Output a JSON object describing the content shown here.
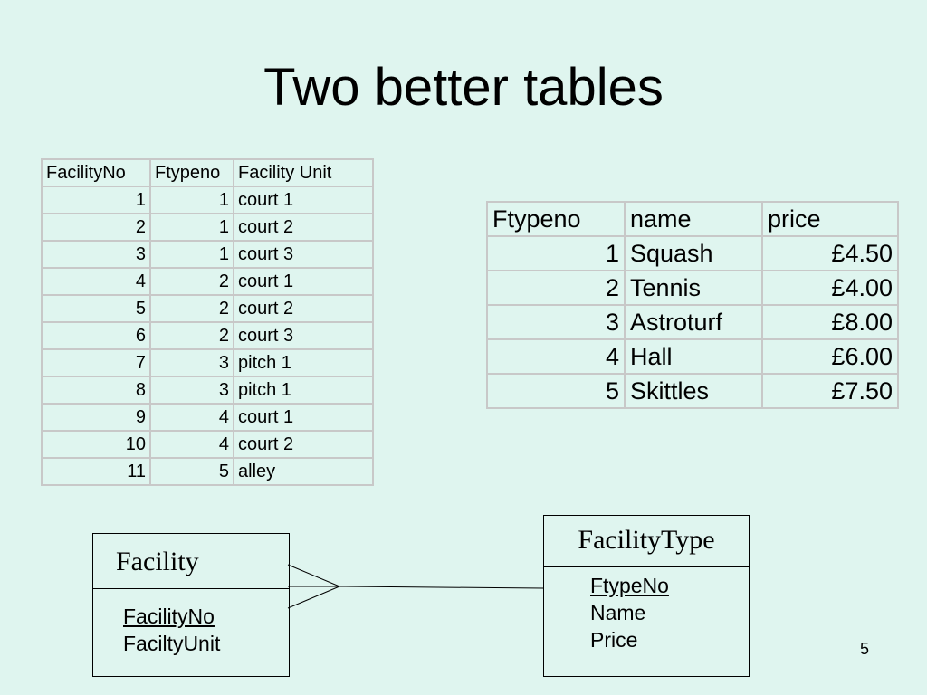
{
  "title": "Two better tables",
  "facility_table": {
    "headers": [
      "FacilityNo",
      "Ftypeno",
      "Facility Unit"
    ],
    "rows": [
      [
        "1",
        "1",
        "court 1"
      ],
      [
        "2",
        "1",
        "court 2"
      ],
      [
        "3",
        "1",
        "court 3"
      ],
      [
        "4",
        "2",
        "court 1"
      ],
      [
        "5",
        "2",
        "court 2"
      ],
      [
        "6",
        "2",
        "court 3"
      ],
      [
        "7",
        "3",
        "pitch 1"
      ],
      [
        "8",
        "3",
        "pitch 1"
      ],
      [
        "9",
        "4",
        "court 1"
      ],
      [
        "10",
        "4",
        "court 2"
      ],
      [
        "11",
        "5",
        "alley"
      ]
    ]
  },
  "type_table": {
    "headers": [
      "Ftypeno",
      "name",
      "price"
    ],
    "rows": [
      [
        "1",
        "Squash",
        "£4.50"
      ],
      [
        "2",
        "Tennis",
        "£4.00"
      ],
      [
        "3",
        "Astroturf",
        "£8.00"
      ],
      [
        "4",
        "Hall",
        "£6.00"
      ],
      [
        "5",
        "Skittles",
        "£7.50"
      ]
    ]
  },
  "diagram": {
    "facility": {
      "name": "Facility",
      "attributes": [
        "FacilityNo",
        "FaciltyUnit"
      ]
    },
    "facility_type": {
      "name": "FacilityType",
      "attributes": [
        "FtypeNo",
        "Name",
        "Price"
      ]
    }
  },
  "page_number": "5"
}
